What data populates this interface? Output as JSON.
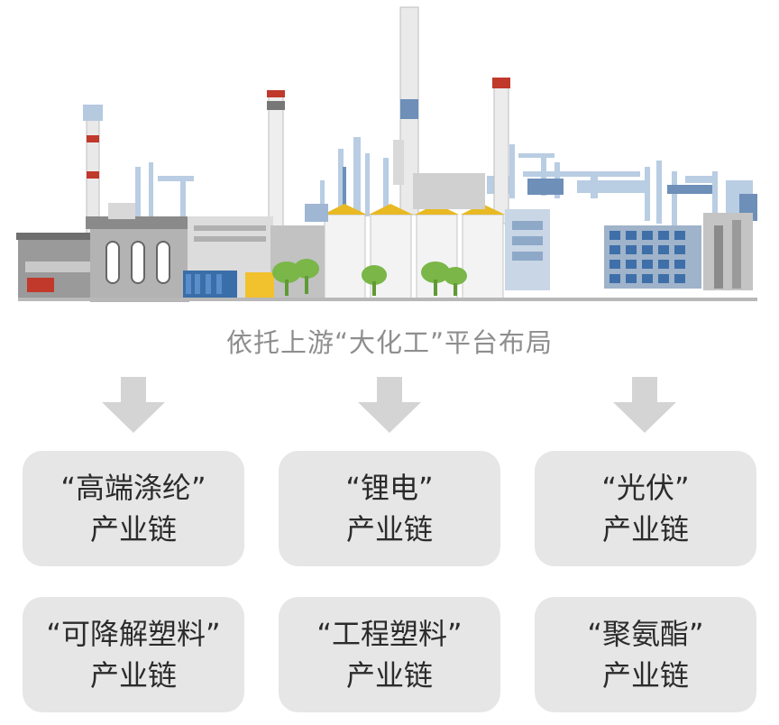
{
  "caption": "依托上游“大化工”平台布局",
  "chains": [
    {
      "title": "“高端涤纶”",
      "subtitle": "产业链"
    },
    {
      "title": "“锂电”",
      "subtitle": "产业链"
    },
    {
      "title": "“光伏”",
      "subtitle": "产业链"
    },
    {
      "title": "“可降解塑料”",
      "subtitle": "产业链"
    },
    {
      "title": "“工程塑料”",
      "subtitle": "产业链"
    },
    {
      "title": "“聚氨酯”",
      "subtitle": "产业链"
    }
  ],
  "colors": {
    "arrow": "#d4d4d4",
    "box": "#e6e6e6",
    "caption": "#8e8e8e",
    "box_text": "#2b2b2b",
    "chimney_stripe": "#c0392b",
    "tank_roof": "#e8b923",
    "tree": "#7ab648",
    "container": "#3a6ea8",
    "truck": "#f2c12e"
  },
  "icons": [
    "factory-illustration",
    "down-arrow-icon"
  ]
}
